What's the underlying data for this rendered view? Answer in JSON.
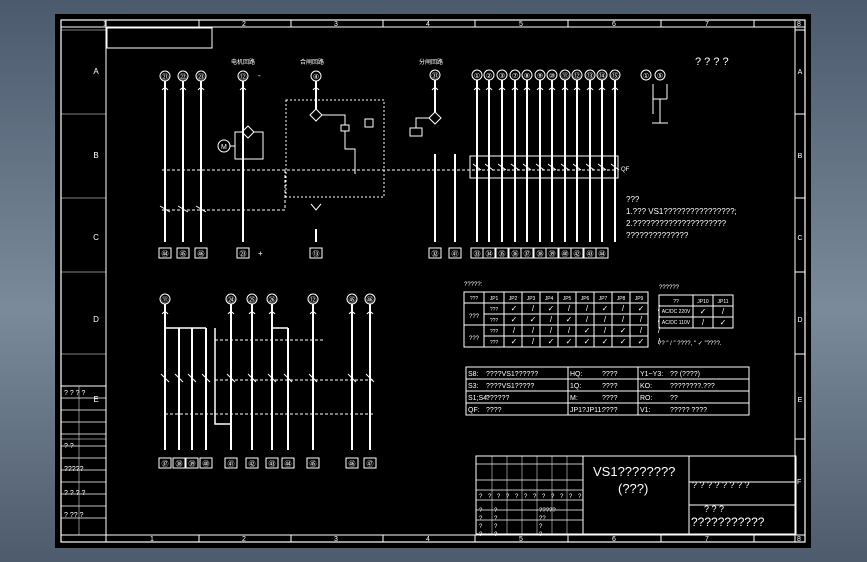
{
  "col_labels": [
    "1",
    "2",
    "3",
    "4",
    "5",
    "6",
    "7",
    "8"
  ],
  "row_labels": [
    "A",
    "B",
    "C",
    "D",
    "E",
    "F"
  ],
  "corner_title": "? ? ? ?",
  "headers": {
    "motor_circuit": "电机回路",
    "close_circuit": "合闸回路",
    "open_circuit": "分闸回路"
  },
  "top_left_terminals": [
    "㉑",
    "㉒",
    "㉓"
  ],
  "motor_terminal": "⑫",
  "close_terminal": "④",
  "open_terminal": "㉛",
  "open_main_terminals": [
    "①",
    "②",
    "③",
    "⑦",
    "⑧",
    "⑨",
    "⑩",
    "⑪",
    "⑫",
    "⑬",
    "⑭",
    "⑮",
    "⑯"
  ],
  "right_pair_terminals": [
    "①",
    "⑤"
  ],
  "motor_symbol": "M",
  "plus": "+",
  "minus": "-",
  "aux_switch_label": "QF",
  "bottom_left_terminals": [
    "㊹",
    "㊺",
    "㊻"
  ],
  "motor_bottom_terminal": "㉓",
  "close_bottom_terminal": "⑬",
  "open_bottom_terminals": [
    "㉜",
    "㊶",
    "㉝",
    "㉞",
    "㉟",
    "㊱",
    "㊲",
    "㊳",
    "㊴",
    "㊵",
    "㊷",
    "㊸",
    "㊹"
  ],
  "lower_top_terminals": [
    "⑪",
    "㉔",
    "㉕",
    "㉖",
    "⑫",
    "㊺",
    "㊻"
  ],
  "lower_bottom_terminals": [
    "㊲",
    "㊳",
    "㊴",
    "㊵",
    "㊶",
    "㊷",
    "㊸",
    "㊹",
    "㊺",
    "㊻",
    "㊼"
  ],
  "notes_lines": [
    "???",
    "1.??? VS1????????????????;",
    "2.?????????????????????",
    "   ??????????????"
  ],
  "table1_title": "?????:",
  "table1_headers": [
    "???",
    "JP1",
    "JP2",
    "JP3",
    "JP4",
    "JP5",
    "JP6",
    "JP7",
    "JP8",
    "JP9"
  ],
  "table1_rows": [
    {
      "label": "???",
      "cells": [
        "✓",
        "/",
        "✓",
        "/",
        "/",
        "✓",
        "/",
        "✓",
        "/"
      ]
    },
    {
      "label": "???",
      "cells": [
        "✓",
        "✓",
        "/",
        "✓",
        "/",
        "/",
        "/",
        "/",
        "/"
      ]
    },
    {
      "label": "???",
      "cells": [
        "/",
        "/",
        "/",
        "/",
        "✓",
        "/",
        "✓",
        "/",
        "/"
      ]
    },
    {
      "label": "???",
      "cells": [
        "✓",
        "/",
        "✓",
        "✓",
        "✓",
        "✓",
        "✓",
        "✓",
        "/"
      ]
    }
  ],
  "table2_title": "??????",
  "table2_headers": [
    "??",
    "JP10",
    "JP11"
  ],
  "table2_rows": [
    {
      "label": "AC/DC 220V",
      "cells": [
        "✓",
        "/"
      ]
    },
    {
      "label": "AC/DC 110V",
      "cells": [
        "/",
        "✓"
      ]
    }
  ],
  "table2_note": "?? \" / \" ????,  \" ✓ \"????.",
  "legend_rows": [
    [
      "S8:",
      "????VS1??????",
      "HQ:",
      "????",
      "Y1~Y3:",
      "?? (????)"
    ],
    [
      "S3:",
      "????VS1?????",
      "1Q:",
      "????",
      "KO:",
      "????????.???"
    ],
    [
      "S1;S4:",
      "??????",
      "M:",
      "????",
      "RO:",
      "??"
    ],
    [
      "QF:",
      "????",
      "JP1?JP11:",
      "????",
      "V1:",
      "????? ????"
    ]
  ],
  "left_panel_rows": [
    "? ? ? ?",
    "",
    "",
    "?  ?",
    "?????",
    "? ? ? ?",
    "?  ??  ?"
  ],
  "title_block": {
    "title_line1": "VS1????????",
    "title_line2": "(???)",
    "right_row1": "? ? ? ?  ? ? ? ?",
    "right_row2": "?  ?   ?",
    "drawing_no": "???????????",
    "corner": "F",
    "sig_rows": [
      [
        "?",
        "?",
        "?",
        "?",
        "?",
        "?",
        "?",
        "?",
        "?",
        "?",
        "?",
        "?"
      ],
      [
        "?",
        "?",
        "",
        "",
        "?????",
        "",
        ""
      ],
      [
        "?",
        "?",
        "",
        "",
        "??",
        "",
        ""
      ],
      [
        "?",
        "?",
        "",
        "",
        "?",
        "",
        ""
      ],
      [
        "?",
        "?",
        "",
        "",
        "?",
        "",
        ""
      ]
    ]
  },
  "colors": {
    "background": "#000000",
    "line": "#ffffff",
    "frame_bg": "#5c6b7d"
  }
}
